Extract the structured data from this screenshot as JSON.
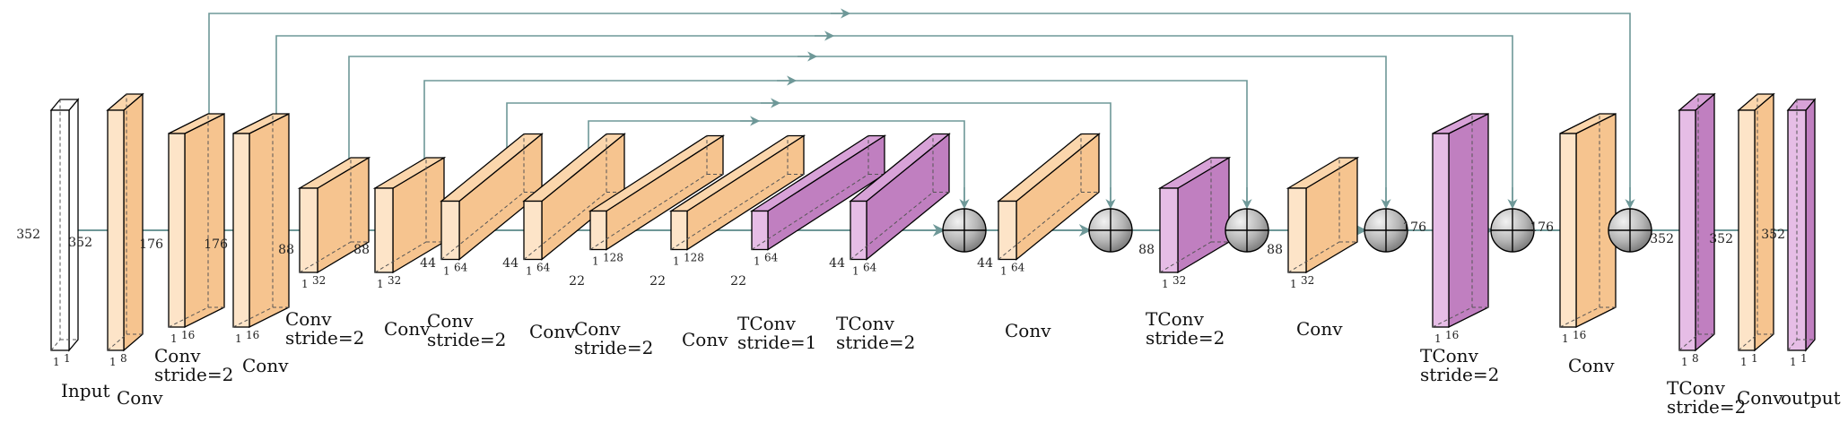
{
  "colors": {
    "conv_front": "#fde4c8",
    "conv_side": "#f6c48f",
    "conv_top": "#fbd6ac",
    "tconv_front": "#e6bde6",
    "tconv_side": "#c07fc0",
    "tconv_top": "#d8a2d8",
    "input_fill": "#ffffff",
    "edge": "#6e9898",
    "outline": "#000000",
    "sum_node": "#bfbfbf"
  },
  "icons": {
    "sum_node": "circle-plus-icon",
    "arrow": "arrowhead-icon"
  },
  "layers": [
    {
      "id": "input",
      "kind": "input",
      "label": [
        "Input"
      ],
      "spatial": "352",
      "dims": [
        "1",
        "1"
      ]
    },
    {
      "id": "conv1",
      "kind": "conv",
      "label": [
        "Conv"
      ],
      "spatial": "352",
      "dims": [
        "1",
        "8"
      ]
    },
    {
      "id": "conv2",
      "kind": "conv",
      "label": [
        "Conv",
        "stride=2"
      ],
      "spatial": "176",
      "dims": [
        "1",
        "16"
      ]
    },
    {
      "id": "conv3",
      "kind": "conv",
      "label": [
        "Conv"
      ],
      "spatial": "176",
      "dims": [
        "1",
        "16"
      ]
    },
    {
      "id": "conv4",
      "kind": "conv",
      "label": [
        "Conv",
        "stride=2"
      ],
      "spatial": "88",
      "dims": [
        "1",
        "32"
      ]
    },
    {
      "id": "conv5",
      "kind": "conv",
      "label": [
        "Conv"
      ],
      "spatial": "88",
      "dims": [
        "1",
        "32"
      ]
    },
    {
      "id": "conv6",
      "kind": "conv",
      "label": [
        "Conv",
        "stride=2"
      ],
      "spatial": "44",
      "dims": [
        "1",
        "64"
      ]
    },
    {
      "id": "conv7",
      "kind": "conv",
      "label": [
        "Conv"
      ],
      "spatial": "44",
      "dims": [
        "1",
        "64"
      ]
    },
    {
      "id": "conv8",
      "kind": "conv",
      "label": [
        "Conv",
        "stride=2"
      ],
      "spatial": "22",
      "dims": [
        "1",
        "128"
      ]
    },
    {
      "id": "conv9",
      "kind": "conv",
      "label": [
        "Conv"
      ],
      "spatial": "22",
      "dims": [
        "1",
        "128"
      ]
    },
    {
      "id": "tconv1",
      "kind": "tconv",
      "label": [
        "TConv",
        "stride=1"
      ],
      "spatial": "22",
      "dims": [
        "1",
        "64"
      ]
    },
    {
      "id": "tconv2",
      "kind": "tconv",
      "label": [
        "TConv",
        "stride=2"
      ],
      "spatial": "44",
      "dims": [
        "1",
        "64"
      ]
    },
    {
      "id": "conv10",
      "kind": "conv",
      "label": [
        "Conv"
      ],
      "spatial": "44",
      "dims": [
        "1",
        "64"
      ]
    },
    {
      "id": "tconv3",
      "kind": "tconv",
      "label": [
        "TConv",
        "stride=2"
      ],
      "spatial": "88",
      "dims": [
        "1",
        "32"
      ]
    },
    {
      "id": "conv11",
      "kind": "conv",
      "label": [
        "Conv"
      ],
      "spatial": "88",
      "dims": [
        "1",
        "32"
      ]
    },
    {
      "id": "tconv4",
      "kind": "tconv",
      "label": [
        "TConv",
        "stride=2"
      ],
      "spatial": "176",
      "dims": [
        "1",
        "16"
      ]
    },
    {
      "id": "conv12",
      "kind": "conv",
      "label": [
        "Conv"
      ],
      "spatial": "176",
      "dims": [
        "1",
        "16"
      ]
    },
    {
      "id": "tconv5",
      "kind": "tconv",
      "label": [
        "TConv",
        "stride=2"
      ],
      "spatial": "352",
      "dims": [
        "1",
        "8"
      ]
    },
    {
      "id": "conv13",
      "kind": "conv",
      "label": [
        "Conv"
      ],
      "spatial": "352",
      "dims": [
        "1",
        "1"
      ]
    },
    {
      "id": "output",
      "kind": "tconv",
      "label": [
        "output"
      ],
      "spatial": "352",
      "dims": [
        "1",
        "1"
      ]
    }
  ],
  "sum_nodes": [
    "sum1",
    "sum2",
    "sum3",
    "sum4",
    "sum5",
    "sum6"
  ],
  "skip_connections": [
    {
      "from": "conv1",
      "to": "sum6"
    },
    {
      "from": "conv2",
      "to": "sum5"
    },
    {
      "from": "conv4",
      "to": "sum4"
    },
    {
      "from": "conv5",
      "to": "sum3"
    },
    {
      "from": "conv6",
      "to": "sum2"
    },
    {
      "from": "conv7",
      "to": "sum1"
    }
  ]
}
